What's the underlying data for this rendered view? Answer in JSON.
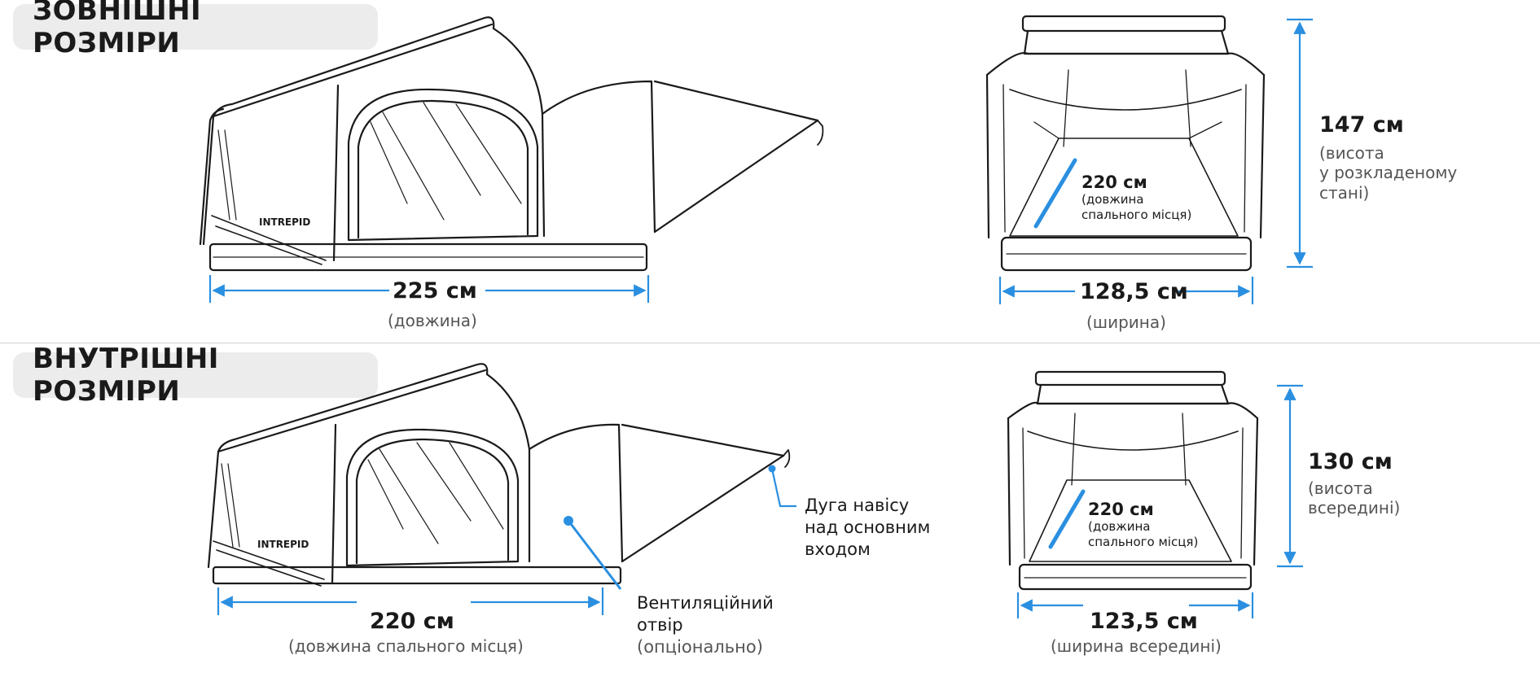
{
  "sections": {
    "exterior_title": "ЗОВНІШНІ РОЗМІРИ",
    "interior_title": "ВНУТРІШНІ РОЗМІРИ"
  },
  "brand": "INTREPID",
  "exterior": {
    "length_value": "225 см",
    "length_note": "(довжина)",
    "width_value": "128,5 см",
    "width_note": "(ширина)",
    "height_value": "147 см",
    "height_note": "(висота\nу розкладеному\nстані)",
    "sleep_value": "220 см",
    "sleep_note": "(довжина\nспального місця)"
  },
  "interior": {
    "length_value": "220 см",
    "length_note": "(довжина спального місця)",
    "width_value": "123,5 см",
    "width_note": "(ширина всередині)",
    "height_value": "130 см",
    "height_note": "(висота\nвсередині)",
    "sleep_value": "220 см",
    "sleep_note": "(довжина\nспального місця)",
    "awning_callout": "Дуга навісу\nнад основним\nвходом",
    "vent_title": "Вентиляційний\nотвір",
    "vent_note": "(опціонально)"
  },
  "colors": {
    "accent": "#2a8fe0",
    "line": "#1a1a1a",
    "pill_bg": "#ececec",
    "muted_text": "#555555"
  }
}
